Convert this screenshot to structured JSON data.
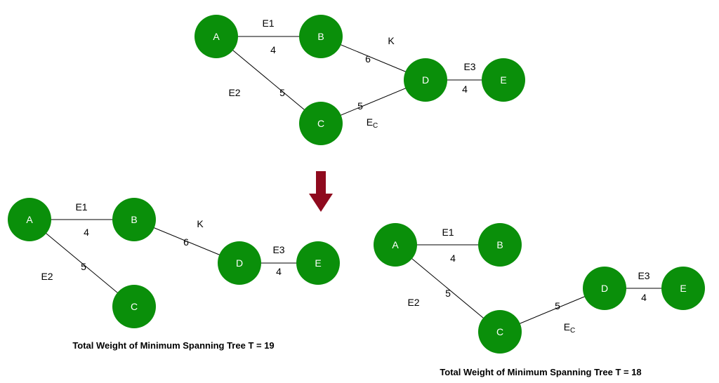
{
  "colors": {
    "node": "#0a8f0a",
    "node_text": "#ffffff",
    "edge": "#000000",
    "arrow": "#8f0a1e"
  },
  "graphs": {
    "original": {
      "nodes": {
        "A": "A",
        "B": "B",
        "C": "C",
        "D": "D",
        "E": "E"
      },
      "edges": {
        "AB": {
          "name": "E1",
          "weight": "4"
        },
        "BD": {
          "name": "K",
          "weight": "6"
        },
        "AC": {
          "name": "E2",
          "weight": "5"
        },
        "CD": {
          "name": "E",
          "name_sub": "C",
          "weight": "5"
        },
        "DE": {
          "name": "E3",
          "weight": "4"
        }
      }
    },
    "tree_left": {
      "nodes": {
        "A": "A",
        "B": "B",
        "C": "C",
        "D": "D",
        "E": "E"
      },
      "edges": {
        "AB": {
          "name": "E1",
          "weight": "4"
        },
        "BD": {
          "name": "K",
          "weight": "6"
        },
        "AC": {
          "name": "E2",
          "weight": "5"
        },
        "DE": {
          "name": "E3",
          "weight": "4"
        }
      },
      "caption": "Total Weight of Minimum Spanning Tree T = 19"
    },
    "tree_right": {
      "nodes": {
        "A": "A",
        "B": "B",
        "C": "C",
        "D": "D",
        "E": "E"
      },
      "edges": {
        "AB": {
          "name": "E1",
          "weight": "4"
        },
        "AC": {
          "name": "E2",
          "weight": "5"
        },
        "CD": {
          "name": "E",
          "name_sub": "C",
          "weight": "5"
        },
        "DE": {
          "name": "E3",
          "weight": "4"
        }
      },
      "caption": "Total Weight of Minimum Spanning Tree T = 18"
    }
  }
}
